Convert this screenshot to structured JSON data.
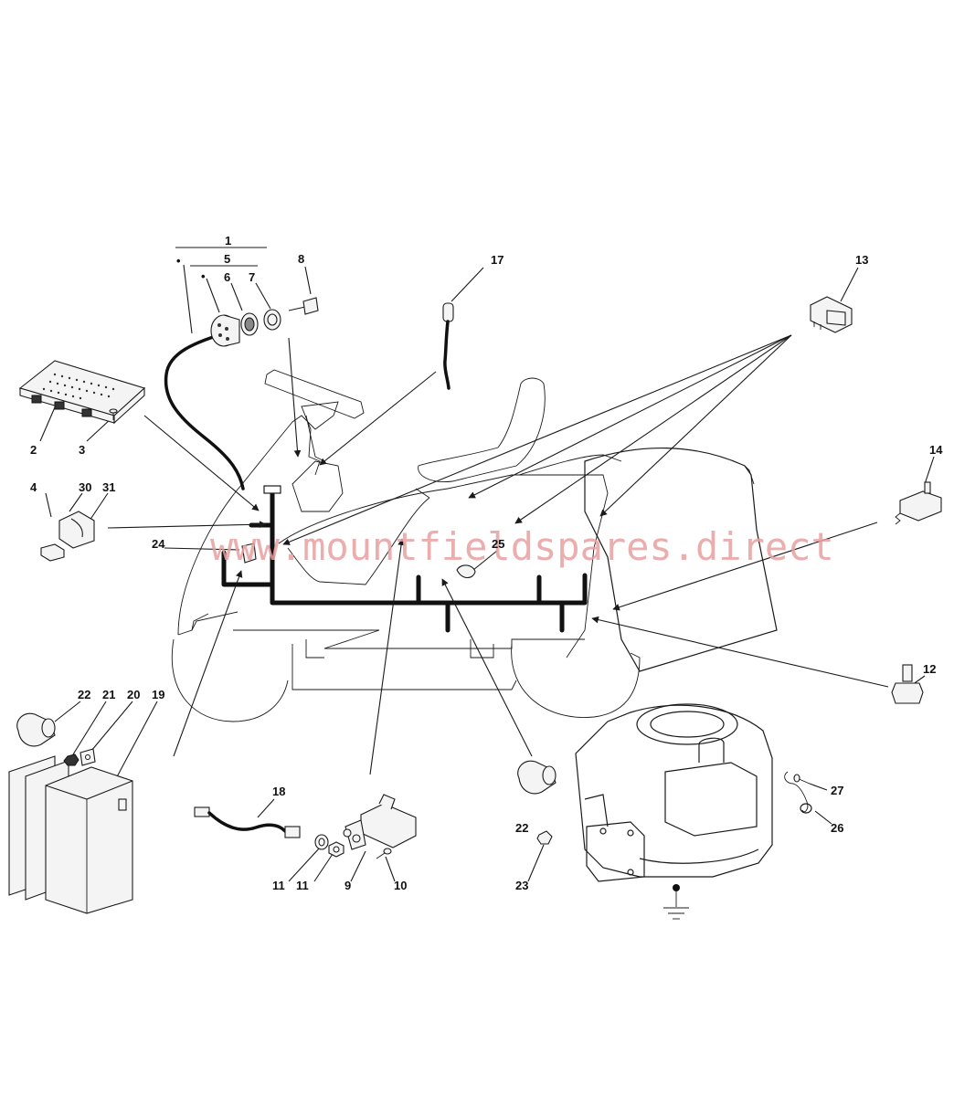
{
  "watermark": "www.mountfieldspares.direct",
  "callouts": {
    "c1": "1",
    "c2": "2",
    "c3": "3",
    "c4": "4",
    "c5": "5",
    "c6": "6",
    "c7": "7",
    "c8": "8",
    "c9": "9",
    "c10": "10",
    "c11a": "11",
    "c11b": "11",
    "c12": "12",
    "c13": "13",
    "c14": "14",
    "c17": "17",
    "c18": "18",
    "c19": "19",
    "c20": "20",
    "c21": "21",
    "c22a": "22",
    "c22b": "22",
    "c23": "23",
    "c24": "24",
    "c25": "25",
    "c26": "26",
    "c27": "27",
    "c30": "30",
    "c31": "31"
  },
  "markers": {
    "dot1": "•",
    "dot2": "•"
  }
}
